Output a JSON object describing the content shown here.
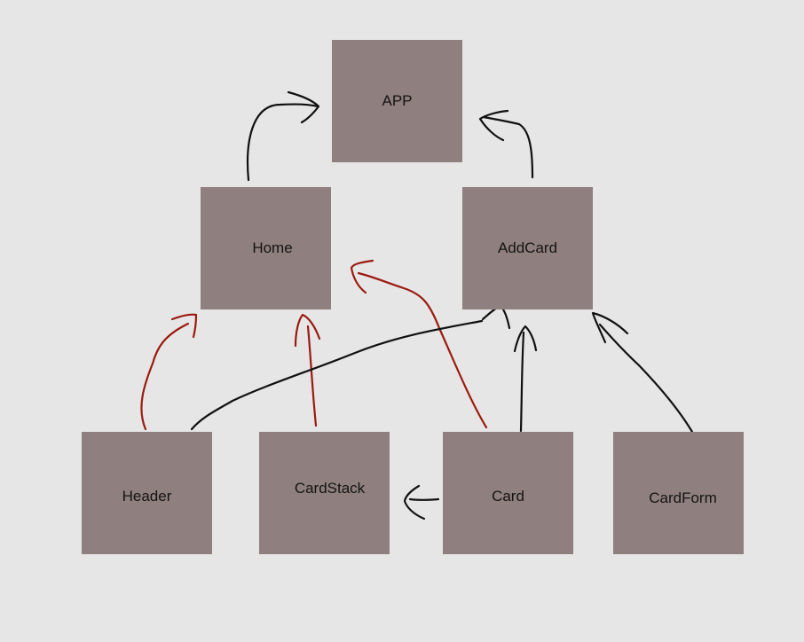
{
  "diagram": {
    "nodes": [
      {
        "id": "app",
        "label": "APP"
      },
      {
        "id": "home",
        "label": "Home"
      },
      {
        "id": "addcard",
        "label": "AddCard"
      },
      {
        "id": "header",
        "label": "Header"
      },
      {
        "id": "cardstack",
        "label": "CardStack"
      },
      {
        "id": "card",
        "label": "Card"
      },
      {
        "id": "cardform",
        "label": "CardForm"
      }
    ],
    "edges": [
      {
        "from": "home",
        "to": "app",
        "color": "#111111"
      },
      {
        "from": "addcard",
        "to": "app",
        "color": "#111111"
      },
      {
        "from": "header",
        "to": "home",
        "color": "#9b1a10"
      },
      {
        "from": "cardstack",
        "to": "home",
        "color": "#9b1a10"
      },
      {
        "from": "card",
        "to": "home",
        "color": "#9b1a10"
      },
      {
        "from": "header",
        "to": "addcard",
        "color": "#111111"
      },
      {
        "from": "card",
        "to": "addcard",
        "color": "#111111"
      },
      {
        "from": "cardform",
        "to": "addcard",
        "color": "#111111"
      },
      {
        "from": "card",
        "to": "cardstack",
        "color": "#111111"
      }
    ],
    "colors": {
      "background": "#e6e6e6",
      "node_fill": "#8f7f7e",
      "label_text": "#141414"
    }
  }
}
